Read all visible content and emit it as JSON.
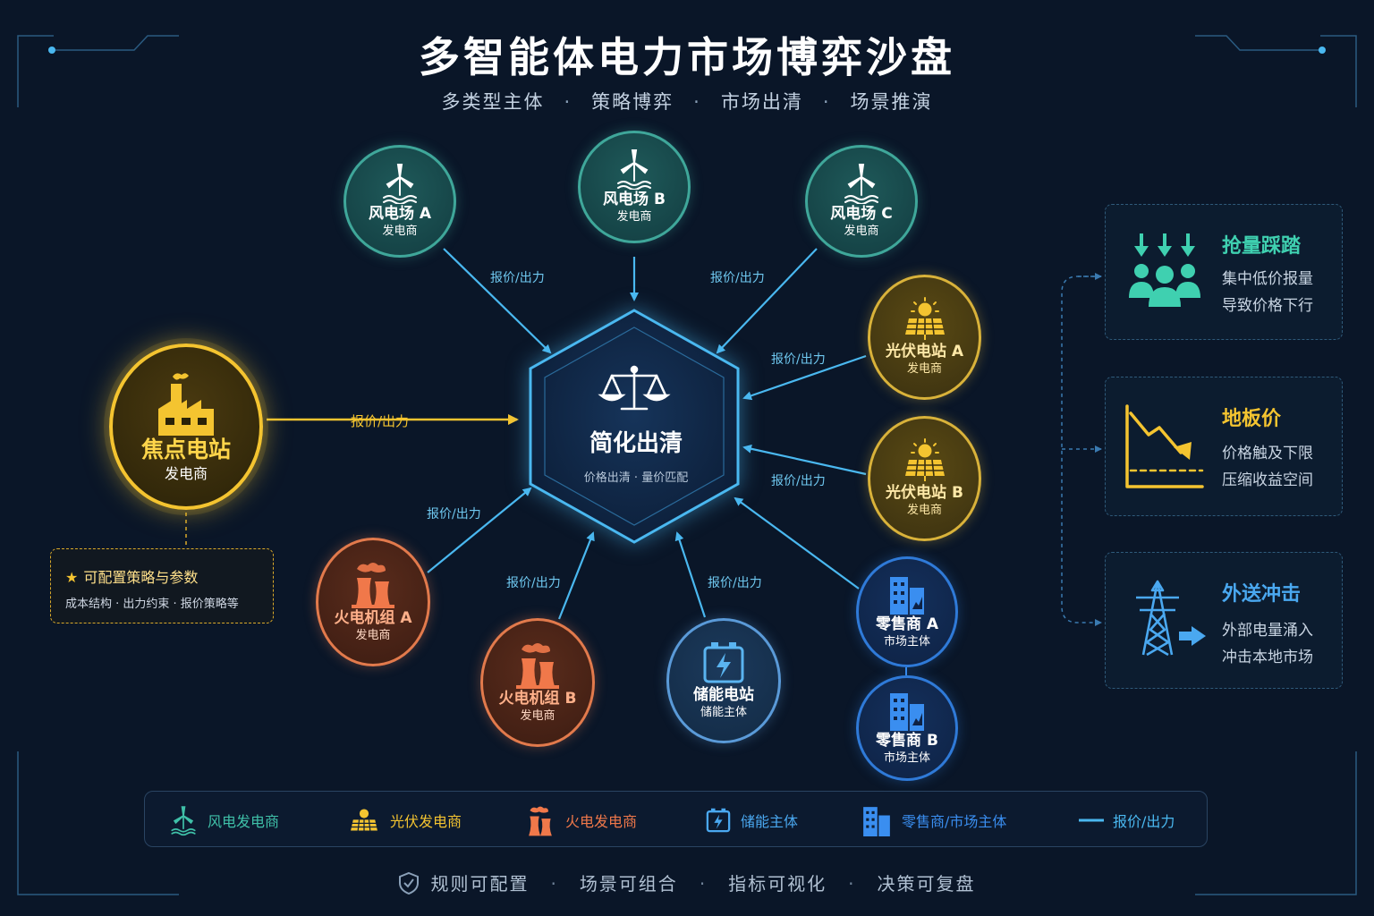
{
  "title": "多智能体电力市场博弈沙盘",
  "subtitle": [
    "多类型主体",
    "策略博弈",
    "市场出清",
    "场景推演"
  ],
  "center": {
    "title": "简化出清",
    "sub": "价格出清 · 量价匹配"
  },
  "flow_label": "报价/出力",
  "nodes": {
    "wind_a": {
      "name": "风电场 A",
      "role": "发电商",
      "icon": "wind-turbine-icon"
    },
    "wind_b": {
      "name": "风电场 B",
      "role": "发电商",
      "icon": "wind-turbine-icon"
    },
    "wind_c": {
      "name": "风电场 C",
      "role": "发电商",
      "icon": "wind-turbine-icon"
    },
    "pv_a": {
      "name": "光伏电站 A",
      "role": "发电商",
      "icon": "solar-panel-icon"
    },
    "pv_b": {
      "name": "光伏电站 B",
      "role": "发电商",
      "icon": "solar-panel-icon"
    },
    "focus": {
      "name": "焦点电站",
      "role": "发电商",
      "icon": "factory-icon"
    },
    "thermal_a": {
      "name": "火电机组 A",
      "role": "发电商",
      "icon": "cooling-tower-icon"
    },
    "thermal_b": {
      "name": "火电机组 B",
      "role": "发电商",
      "icon": "cooling-tower-icon"
    },
    "storage": {
      "name": "储能电站",
      "role": "储能主体",
      "icon": "battery-icon"
    },
    "retail_a": {
      "name": "零售商 A",
      "role": "市场主体",
      "icon": "buildings-icon"
    },
    "retail_b": {
      "name": "零售商 B",
      "role": "市场主体",
      "icon": "buildings-icon"
    }
  },
  "config_box": {
    "title": "可配置策略与参数",
    "desc": "成本结构 · 出力约束 · 报价策略等"
  },
  "scenarios": [
    {
      "title": "抢量踩踏",
      "lines": [
        "集中低价报量",
        "导致价格下行"
      ],
      "color": "#3fd0b0"
    },
    {
      "title": "地板价",
      "lines": [
        "价格触及下限",
        "压缩收益空间"
      ],
      "color": "#f4c430"
    },
    {
      "title": "外送冲击",
      "lines": [
        "外部电量涌入",
        "冲击本地市场"
      ],
      "color": "#4aa8f0"
    }
  ],
  "legend": [
    {
      "label": "风电发电商",
      "color": "#3fc0a8"
    },
    {
      "label": "光伏发电商",
      "color": "#f4c430"
    },
    {
      "label": "火电发电商",
      "color": "#f0784a"
    },
    {
      "label": "储能主体",
      "color": "#4aa8f0"
    },
    {
      "label": "零售商/市场主体",
      "color": "#3a8ef0"
    },
    {
      "label": "报价/出力",
      "color": "#4ab8f0"
    }
  ],
  "footer": [
    "规则可配置",
    "场景可组合",
    "指标可视化",
    "决策可复盘"
  ]
}
